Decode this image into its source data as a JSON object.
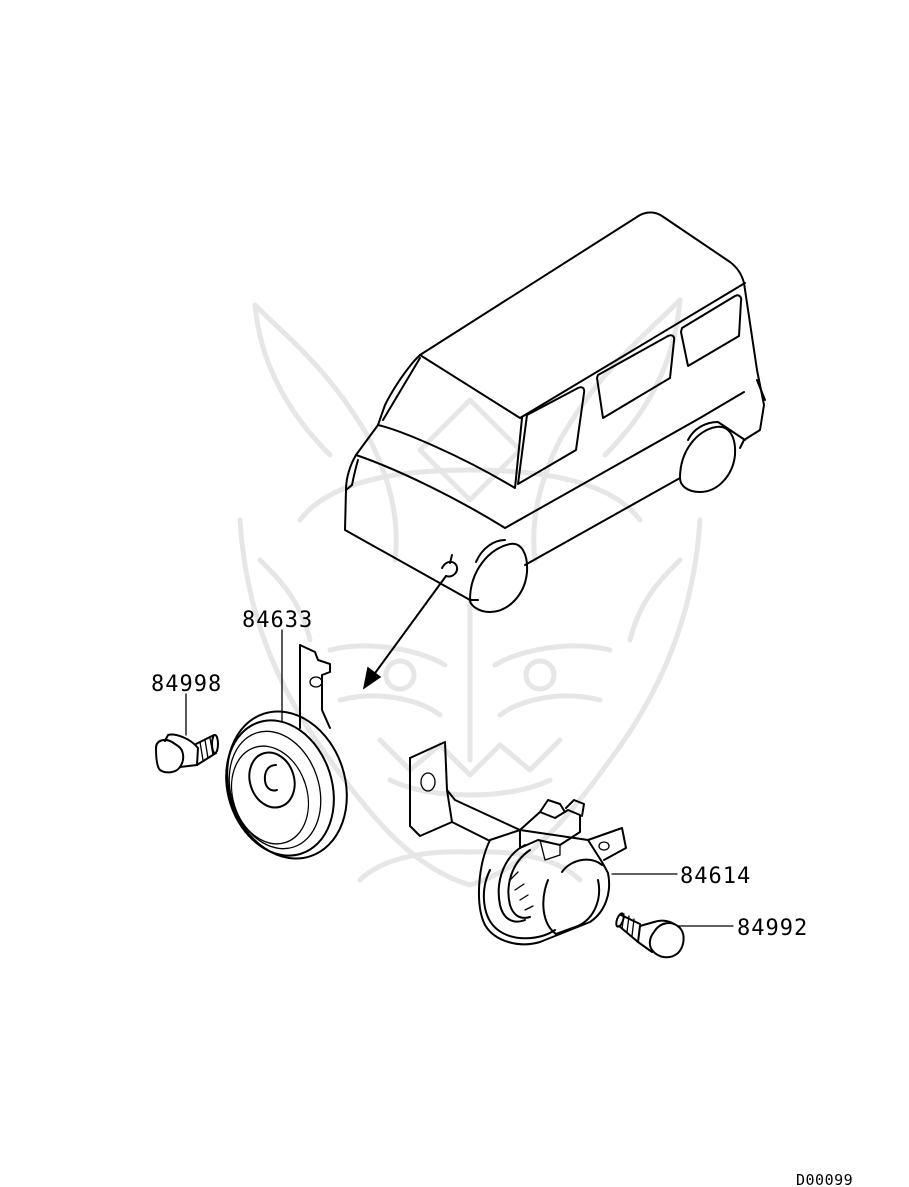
{
  "parts": [
    {
      "number": "84633"
    },
    {
      "number": "84998"
    },
    {
      "number": "84614"
    },
    {
      "number": "84992"
    }
  ],
  "diagram_code": "D00099"
}
